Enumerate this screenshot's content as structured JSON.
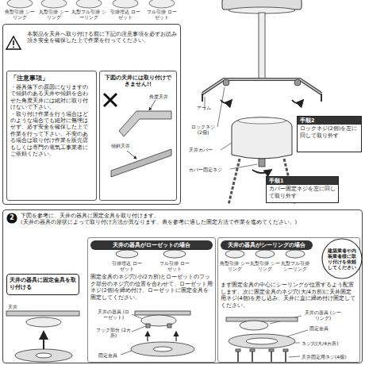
{
  "diagram": {
    "nodes": [
      {
        "text": [
          "本製品を天井へ取り付ける前に下記の注意事項を必ずお読み頂き安全を確保した上で作業を行ってください。"
        ]
      },
      {
        "text": [
          "「注意事項」",
          "・器具落下の原因になりますので傾斜のある天井や傾斜を合わせた角度天井には絶対に取り付けないで下さい。",
          "・取り付け作業を行う場合はどのような場合でも絶対に無理はせず、必ず安全を確保した上で作業を行って下さい。不安のある場合は取り付け作業を販売店もしくは専門の電気工事業者にご依頼ください。"
        ],
        "in": 0
      },
      {
        "text": [
          "下図の天井には取り付けできません!!"
        ],
        "in": 0
      },
      {
        "text": [
          "手順2",
          "ロックネジ(2個)を左に回して取り外す"
        ]
      },
      {
        "text": [
          "手順1",
          "カバー固定ネジを左に回して取り外す"
        ]
      },
      {
        "text": [
          "下図を参考に、天井の器具に固定金具を取り付けます。",
          "(天井の器具の形状によって取り付け方法が異なります。表を参考に適した固定方法で作業を進めてください。)"
        ]
      },
      {
        "text": [
          "2"
        ],
        "in": 5
      },
      {
        "text": [
          "天井の器具に固定金具を取り付ける"
        ],
        "in": 5
      },
      {
        "text": [
          "天井の器具がローゼットの場合",
          "固定金具のネジ穴(小/2カ所)とローゼットのフック部分のネジ穴の位置を合わせて、ローゼット用ネジ(2個)を締め付け、ローゼットに固定金具を固定してください。"
        ],
        "in": 5
      },
      {
        "text": [
          "天井の器具がシーリングの場合",
          "まず固定金具の中心にシーリングが位置するよう配置します。次に固定金具のネジ穴(大/4カ所)に天井固定用ネジ(4個)を差し込み、天井に直に締め付け固定してください。"
        ],
        "in": 5
      },
      {
        "text": [
          "建築業者や内装業者様に取り付けを依頼してください"
        ],
        "in": 9
      }
    ],
    "labels": [
      "角型引掛 シーリング",
      "丸型引掛 シーリング",
      "丸型フル引掛 シーリング",
      "引掛埋込 ローゼット",
      "フル引掛 ローゼット",
      "角度天井",
      "傾斜天井",
      "アーム",
      "ロックネジ (2個)",
      "天井カバー",
      "カバー固定ネジ",
      "天井",
      "引掛埋込 ローゼット",
      "フル引掛 ローゼット",
      "天井の器具 (ローゼット)",
      "フック部分 (2カ所)",
      "固定金具",
      "角型引掛 シーリング",
      "丸型引掛 シーリング",
      "丸型フル引掛 シーリング",
      "天井の器具 (シーリング)",
      "固定金具",
      "ネジ穴(大/4カ所)",
      "天井固定用ネジ(4個)"
    ]
  }
}
